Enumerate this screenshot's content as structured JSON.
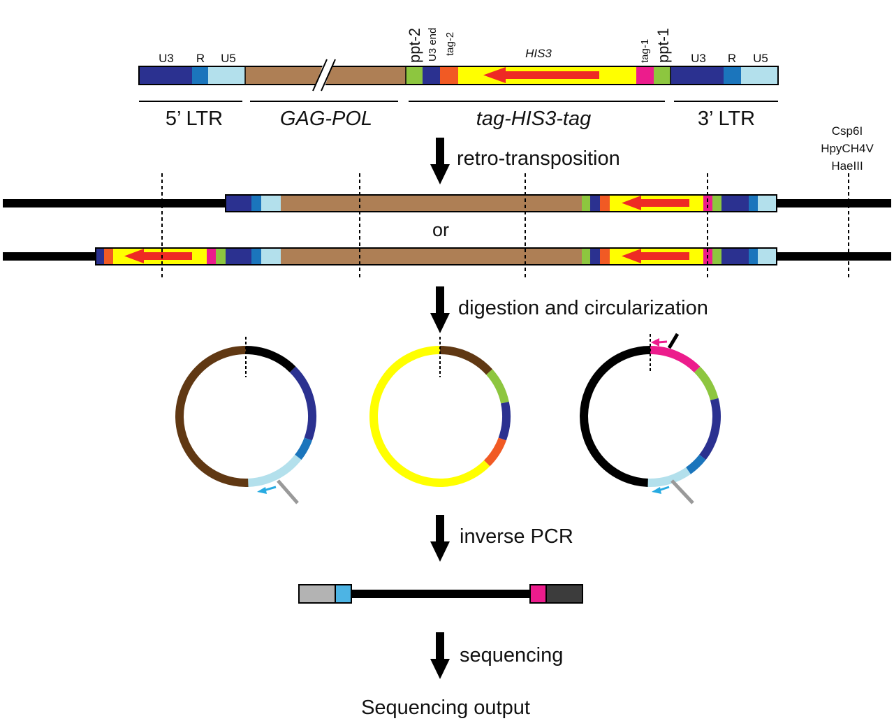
{
  "colors": {
    "u3": "#2b3190",
    "r": "#1b75bc",
    "u5": "#b3e0ec",
    "gagpol": "#ae7f55",
    "ppt": "#8dc63f",
    "tag2": "#f15a24",
    "his3": "#ffff00",
    "arrow": "#ee2a24",
    "tag1": "#ec1c8c",
    "brown_dark": "#603813",
    "black": "#000000",
    "primer_blue": "#27aae1",
    "primer_gray": "#999999",
    "seq_gray": "#b3b3b3",
    "seq_dark": "#3c3c3c",
    "seq_blue": "#4db4e4"
  },
  "top_construct": {
    "his3_label": "HIS3",
    "top_labels": {
      "u3_left": "U3",
      "r_left": "R",
      "u5_left": "U5",
      "ppt2": "ppt-2",
      "u3_end": "U3 end",
      "tag2": "tag-2",
      "tag1": "tag-1",
      "ppt1": "ppt-1",
      "u3_right": "U3",
      "r_right": "R",
      "u5_right": "U5"
    },
    "region_labels": {
      "ltr5": "5’ LTR",
      "gagpol": "GAG-POL",
      "taghis": "tag-HIS3-tag",
      "ltr3": "3’ LTR"
    }
  },
  "enzymes": [
    "Csp6I",
    "HpyCH4V",
    "HaeIII"
  ],
  "steps": {
    "step1": "retro-transposition",
    "or": "or",
    "step2": "digestion and circularization",
    "step3": "inverse PCR",
    "step4": "sequencing",
    "output": "Sequencing output"
  }
}
